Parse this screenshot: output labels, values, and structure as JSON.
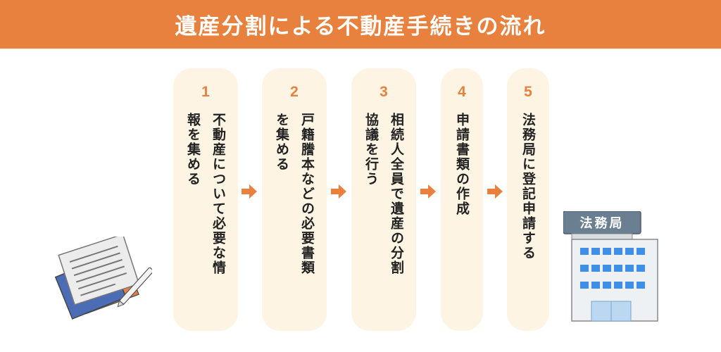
{
  "title": "遺産分割による不動産手続きの流れ",
  "accent_color": "#e8813e",
  "step_bg_color": "#fdf4e3",
  "steps": [
    {
      "number": "1",
      "text": "不動産について必要な情\n報を集める"
    },
    {
      "number": "2",
      "text": "戸籍謄本などの必要書類\nを集める"
    },
    {
      "number": "3",
      "text": "相続人全員で遺産の分割\n協議を行う"
    },
    {
      "number": "4",
      "text": "申請書類の作成"
    },
    {
      "number": "5",
      "text": "法務局に登記申請する"
    }
  ],
  "arrow_icon": "right-arrow-icon",
  "illustrations": {
    "documents": "documents-and-pen-icon",
    "building": "legal-affairs-bureau-building-icon",
    "building_sign": "法務局"
  }
}
